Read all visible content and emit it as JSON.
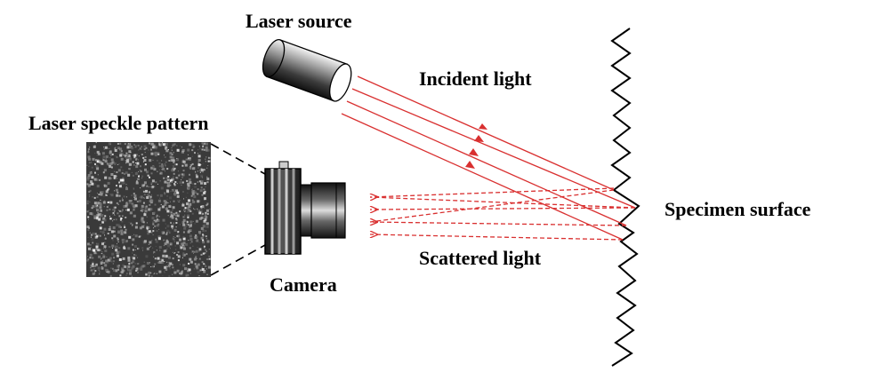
{
  "labels": {
    "laser_source": "Laser source",
    "incident_light": "Incident light",
    "laser_speckle_pattern": "Laser speckle pattern",
    "specimen_surface": "Specimen surface",
    "scattered_light": "Scattered light",
    "camera": "Camera"
  },
  "colors": {
    "beam": "#d93030",
    "outline": "#000000",
    "speckle_bg": "#3a3a3a"
  },
  "icons": {
    "laser": "cylinder-laser-icon",
    "camera": "camera-icon",
    "speckle": "speckle-pattern-image",
    "surface": "zigzag-surface"
  }
}
